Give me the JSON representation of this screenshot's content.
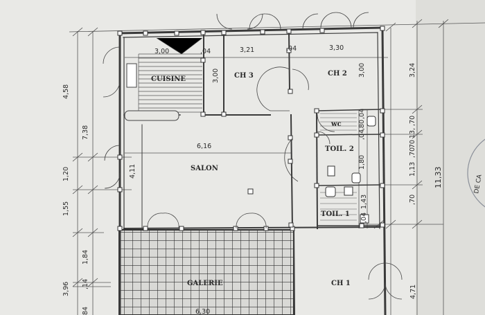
{
  "rooms": {
    "cuisine": "CUISINE",
    "ch3": "CH 3",
    "ch2": "CH 2",
    "wc": "wc",
    "toil2": "TOIL. 2",
    "salon": "SALON",
    "toil1": "TOIL. 1",
    "galerie": "GALERIE",
    "ch1": "CH 1"
  },
  "dimensions": {
    "cuisine_w": "3,00",
    "wall_a": ",04",
    "ch3_w": "3,21",
    "wall_b": ",04",
    "ch2_w": "3,30",
    "ch3_h": "3,00",
    "ch2_h": "3,00",
    "right_324": "3,24",
    "salon_w": "6,16",
    "salon_h": "4,11",
    "galerie_w": "6,30",
    "ch1_h": "4,71",
    "left_458": "4,58",
    "left_738": "7,38",
    "left_120": "1,20",
    "left_155": "1,55",
    "left_184": "1,84",
    "left_396": "3,96",
    "left_14": ",14",
    "left_84": "84",
    "wc_v1": ",04",
    "wc_v2": ",80",
    "wc_v3": ",04",
    "toil2_h": "1,80",
    "toil1_h": "1,43",
    "toil1_w": ",04",
    "r_70a": ",70",
    "r_13": "13,",
    "r_70b": "70",
    "r_70c": ",70",
    "r_113": "1,13",
    "r_70d": ",70",
    "total_h": "11,33"
  },
  "stamp_text": "DE CA"
}
